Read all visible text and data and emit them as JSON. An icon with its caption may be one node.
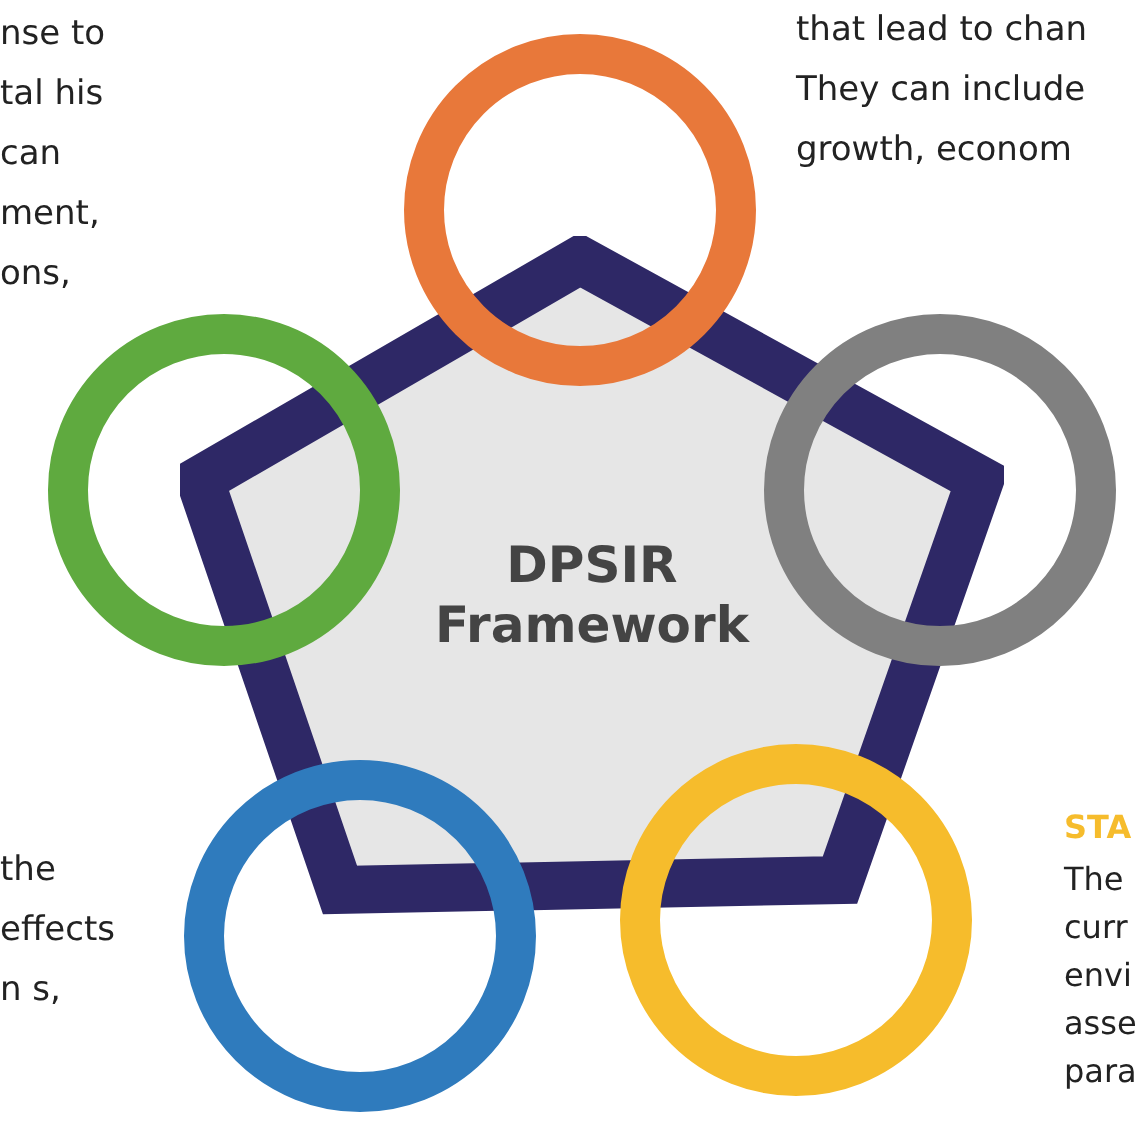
{
  "diagram": {
    "nodes": [
      {
        "text": [
          "DPSIR Framework"
        ]
      }
    ],
    "labels": [
      "nse to tal his can ment, ons,",
      "that lead to chan They can include growth, econom",
      "the effects n s,",
      "STA",
      "The curr envi asse para"
    ]
  }
}
